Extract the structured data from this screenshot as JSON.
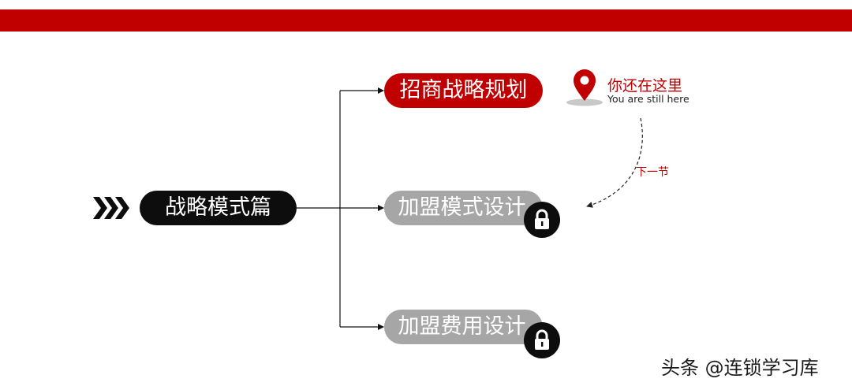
{
  "header": {
    "bar_color": "#c00000"
  },
  "root": {
    "label": "战略模式篇",
    "color": "#0d0d0d"
  },
  "branches": [
    {
      "label": "招商战略规划",
      "state": "current",
      "color": "#c00000"
    },
    {
      "label": "加盟模式设计",
      "state": "locked",
      "color": "#a6a6a6"
    },
    {
      "label": "加盟费用设计",
      "state": "locked",
      "color": "#a6a6a6"
    }
  ],
  "location": {
    "title_cn": "你还在这里",
    "title_en": "You are still here",
    "icon": "map-pin-icon"
  },
  "next": {
    "label": "下一节"
  },
  "icons": {
    "lock": "lock-icon",
    "chevrons": "triple-chevron-icon"
  },
  "watermark": {
    "text": "头条 @连锁学习库"
  }
}
